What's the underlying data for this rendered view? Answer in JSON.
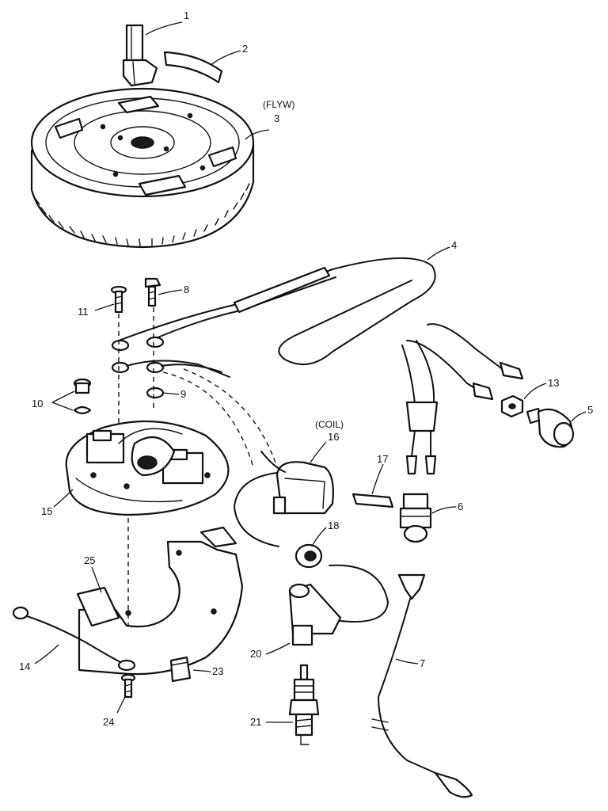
{
  "callouts": [
    {
      "num": "1"
    },
    {
      "num": "2"
    },
    {
      "num": "3",
      "caption": "(FLYW)"
    },
    {
      "num": "4"
    },
    {
      "num": "5"
    },
    {
      "num": "6"
    },
    {
      "num": "7"
    },
    {
      "num": "8"
    },
    {
      "num": "9"
    },
    {
      "num": "10"
    },
    {
      "num": "11"
    },
    {
      "num": "13"
    },
    {
      "num": "14"
    },
    {
      "num": "15"
    },
    {
      "num": "16",
      "caption": "(COIL)"
    },
    {
      "num": "17"
    },
    {
      "num": "18"
    },
    {
      "num": "20"
    },
    {
      "num": "21"
    },
    {
      "num": "23"
    },
    {
      "num": "24"
    },
    {
      "num": "25"
    }
  ]
}
